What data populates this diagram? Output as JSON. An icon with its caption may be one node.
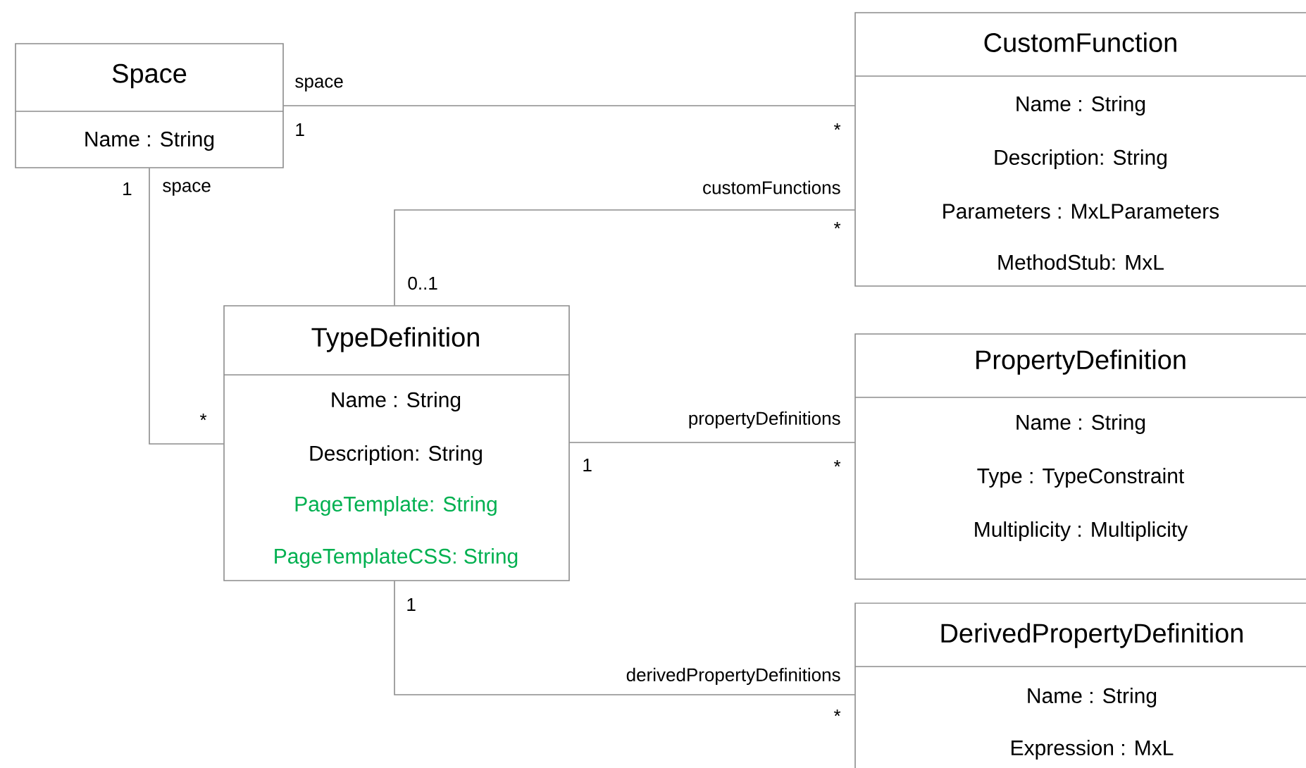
{
  "diagram": {
    "nodes": [
      {
        "text": [
          "Space",
          "Name : String"
        ]
      },
      {
        "text": [
          "CustomFunction",
          "Name : String",
          "Description: String",
          "Parameters : MxLParameters",
          "MethodStub: MxL"
        ]
      },
      {
        "text": [
          "TypeDefinition",
          "Name : String",
          "Description: String",
          "PageTemplate: String",
          "PageTemplateCSS: String"
        ]
      },
      {
        "text": [
          "PropertyDefinition",
          "Name : String",
          "Type : TypeConstraint",
          "Multiplicity : Multiplicity"
        ]
      },
      {
        "text": [
          "DerivedPropertyDefinition",
          "Name : String",
          "Expression : MxL"
        ]
      }
    ],
    "edges": [
      {
        "from": 0,
        "to": 1,
        "arrow": "none",
        "label": "space"
      },
      {
        "from": 0,
        "to": 2,
        "arrow": "none",
        "label": "space"
      },
      {
        "from": 2,
        "to": 1,
        "arrow": "none",
        "label": "customFunctions"
      },
      {
        "from": 2,
        "to": 3,
        "arrow": "none",
        "label": "propertyDefinitions"
      },
      {
        "from": 2,
        "to": 4,
        "arrow": "none",
        "label": "derivedPropertyDefinitions"
      }
    ],
    "labels": [
      "1",
      "*",
      "1",
      "*",
      "0..1",
      "*",
      "1",
      "*",
      "1",
      "*"
    ]
  }
}
